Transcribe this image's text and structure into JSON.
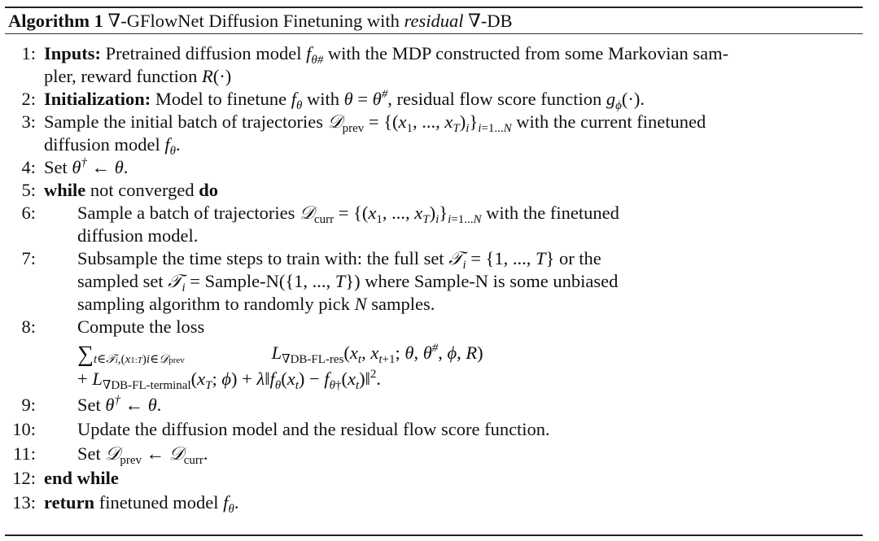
{
  "caption": {
    "label": "Algorithm 1",
    "title_pre": "∇-GFlowNet Diffusion Finetuning with",
    "title_em": "residual",
    "title_post": "∇-DB"
  },
  "steps": [
    {
      "n": "1:",
      "kw": "Inputs:",
      "text": "Pretrained diffusion model",
      "line1_tail": "with the MDP constructed from some Markovian sam-",
      "line2": "pler, reward function"
    },
    {
      "n": "2:",
      "kw": "Initialization:",
      "text": "Model to finetune",
      "tail": ", residual flow score function"
    },
    {
      "n": "3:",
      "text": "Sample the initial batch of trajectories",
      "tail": "with the current finetuned",
      "line2": "diffusion model"
    },
    {
      "n": "4:",
      "text": "Set"
    },
    {
      "n": "5:",
      "kw": "while",
      "text": "not converged",
      "kw2": "do"
    },
    {
      "n": "6:",
      "text": "Sample a batch of trajectories",
      "tail": "with the finetuned",
      "line2": "diffusion model."
    },
    {
      "n": "7:",
      "line1": "Subsample the time steps to train with: the full set",
      "line1_tail": "or the",
      "line2_a": "sampled set",
      "line2_b": "Sample-N(",
      "line2_c": ") where Sample-N is some unbiased",
      "line3_a": "sampling algorithm to randomly pick",
      "line3_b": "samples."
    },
    {
      "n": "8:",
      "text": "Compute the loss"
    },
    {
      "n": "9:",
      "text": "Set"
    },
    {
      "n": "10:",
      "text": "Update the diffusion model and the residual flow score function."
    },
    {
      "n": "11:",
      "text": "Set"
    },
    {
      "n": "12:",
      "kw": "end while"
    },
    {
      "n": "13:",
      "kw": "return",
      "text": "finetuned model"
    }
  ]
}
